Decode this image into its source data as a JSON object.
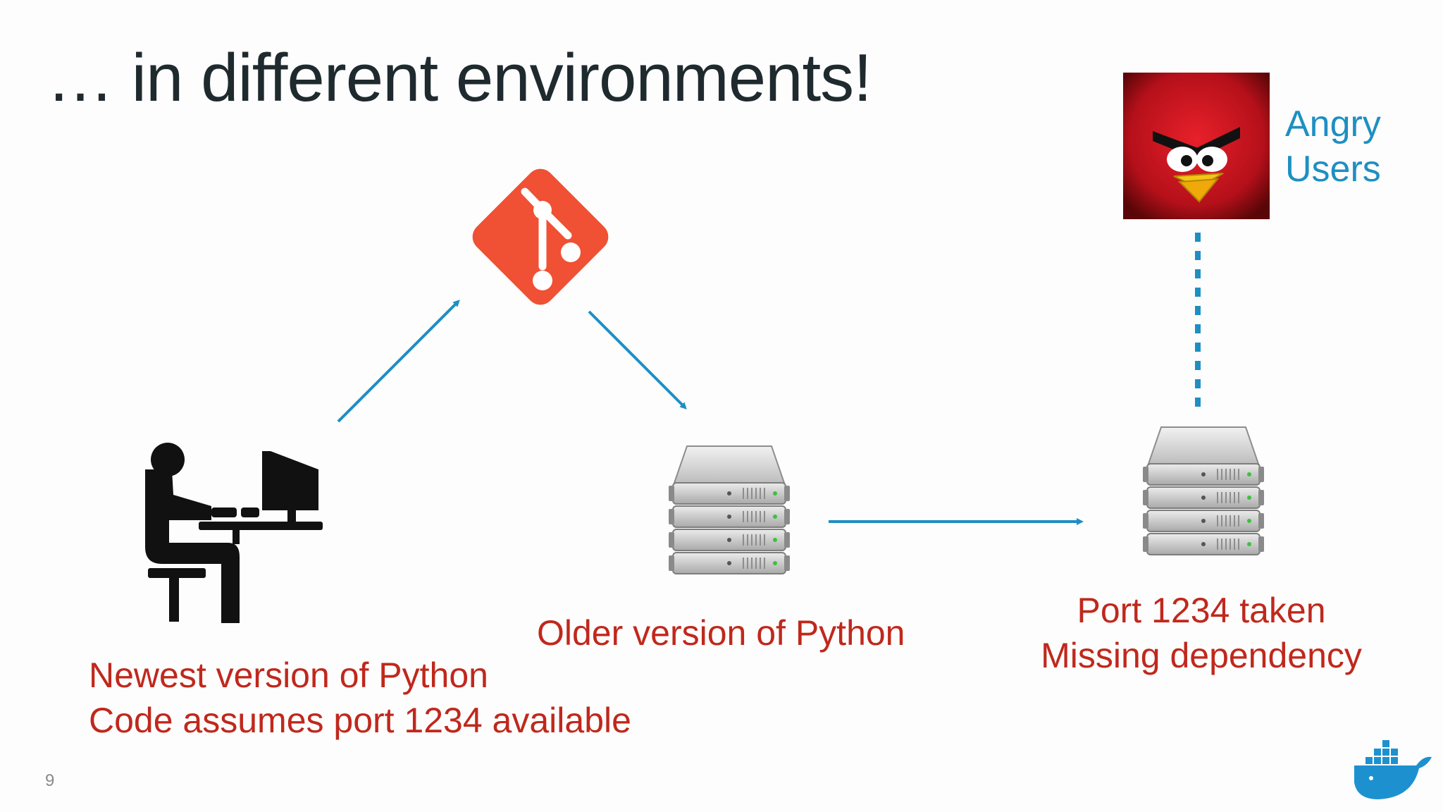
{
  "title": "… in different environments!",
  "nodes": {
    "developer": {
      "icon": "developer-at-computer-icon",
      "lines": [
        "Newest version of Python",
        "Code assumes port 1234 available"
      ]
    },
    "repository": {
      "icon": "git-logo-icon"
    },
    "staging_server": {
      "icon": "server-stack-icon",
      "lines": [
        "Older version of Python"
      ]
    },
    "production_server": {
      "icon": "server-stack-icon",
      "lines": [
        "Port 1234 taken",
        "Missing dependency"
      ]
    },
    "users": {
      "icon": "angry-bird-icon",
      "lines": [
        "Angry",
        "Users"
      ]
    }
  },
  "edges": [
    {
      "from": "developer",
      "to": "repository",
      "style": "solid-arrow"
    },
    {
      "from": "repository",
      "to": "staging_server",
      "style": "solid-arrow"
    },
    {
      "from": "staging_server",
      "to": "production_server",
      "style": "solid-arrow"
    },
    {
      "from": "production_server",
      "to": "users",
      "style": "dotted"
    }
  ],
  "page_number": "9",
  "colors": {
    "title": "#1f2a2e",
    "caption_red": "#c0281c",
    "arrow_blue": "#1e8fc2",
    "git_orange": "#f05033"
  },
  "corner_logo": "docker-whale-icon"
}
